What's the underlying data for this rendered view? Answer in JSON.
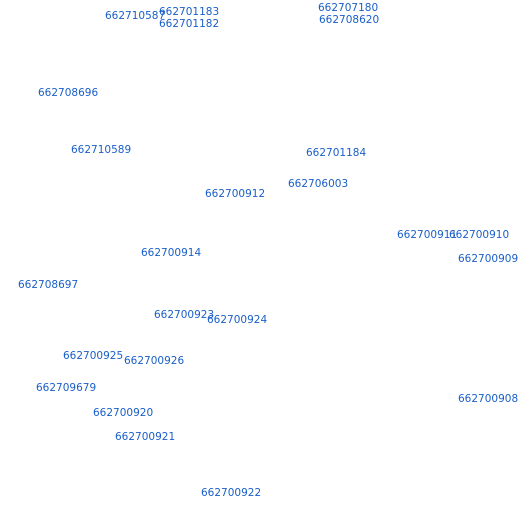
{
  "map": {
    "label_color": "#1a5fc8",
    "background": "#ffffff",
    "labels": [
      "662710587",
      "662701183",
      "662701182",
      "662707180",
      "662708620",
      "662708696",
      "662710589",
      "662701184",
      "662706003",
      "662700912",
      "662700911",
      "662700910",
      "662700909",
      "662700914",
      "662708697",
      "662700923",
      "662700924",
      "662700925",
      "662700926",
      "662709679",
      "662700908",
      "662700920",
      "662700921",
      "662700922"
    ]
  }
}
